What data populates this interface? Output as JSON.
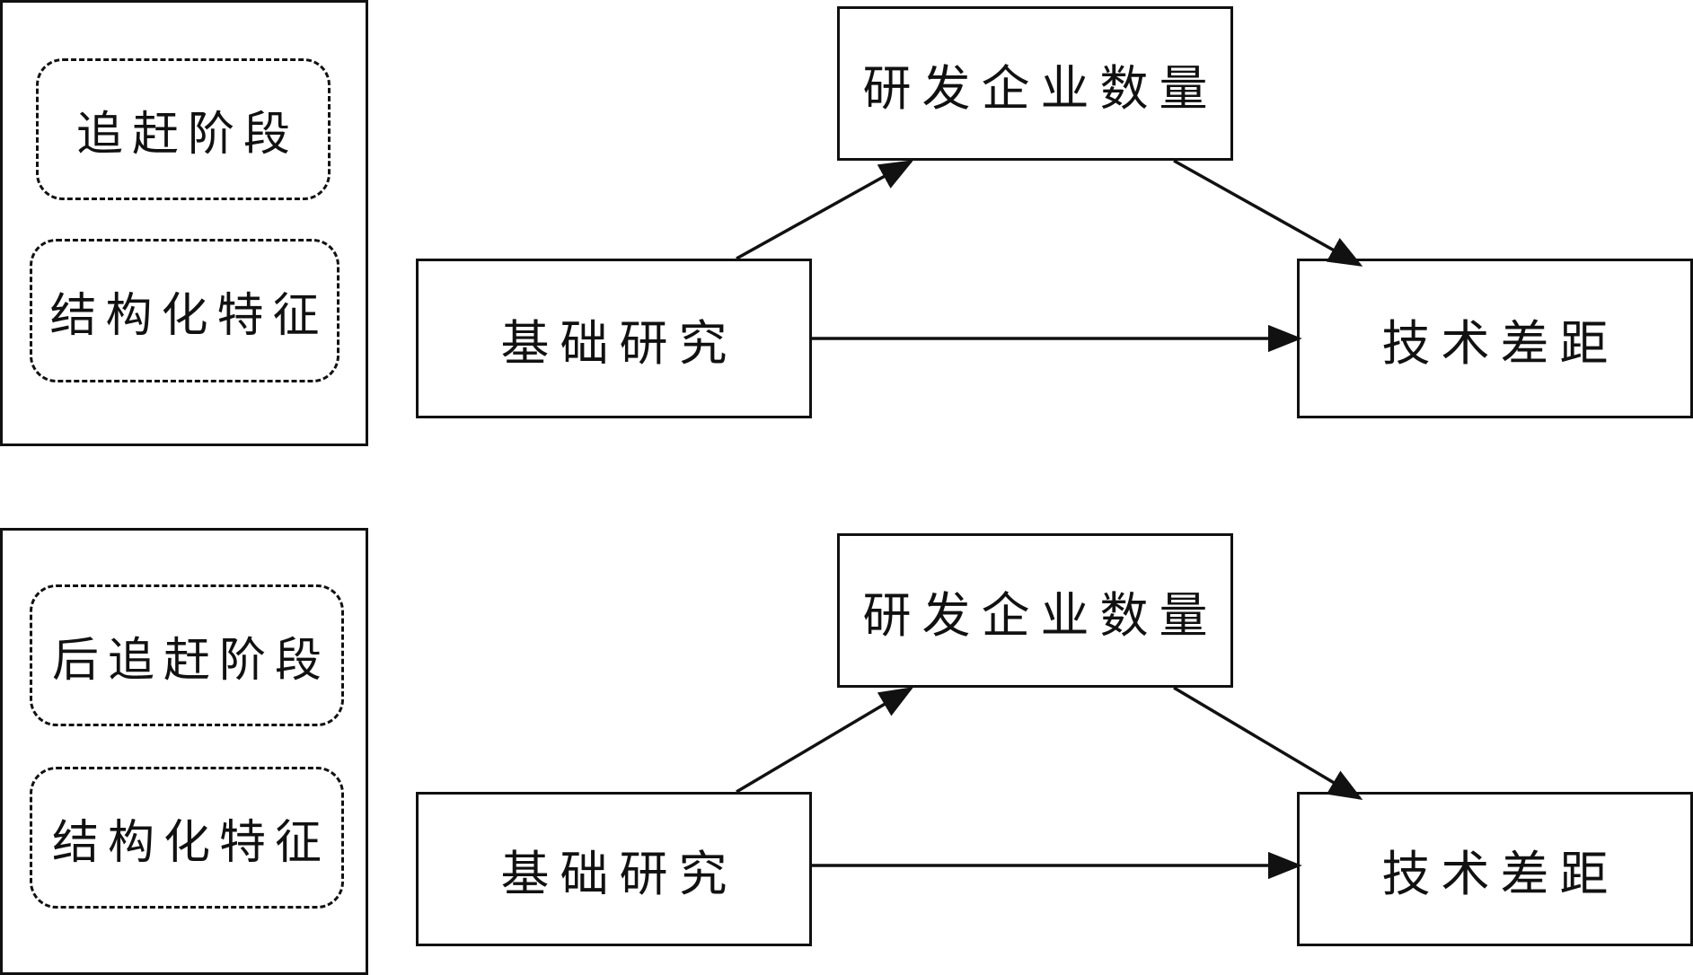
{
  "diagrams": [
    {
      "context": {
        "stage": "追赶阶段",
        "feature": "结构化特征"
      },
      "nodes": {
        "mediator": "研发企业数量",
        "source": "基础研究",
        "target": "技术差距"
      }
    },
    {
      "context": {
        "stage": "后追赶阶段",
        "feature": "结构化特征"
      },
      "nodes": {
        "mediator": "研发企业数量",
        "source": "基础研究",
        "target": "技术差距"
      }
    }
  ],
  "colors": {
    "line": "#111111",
    "background": "#ffffff"
  }
}
